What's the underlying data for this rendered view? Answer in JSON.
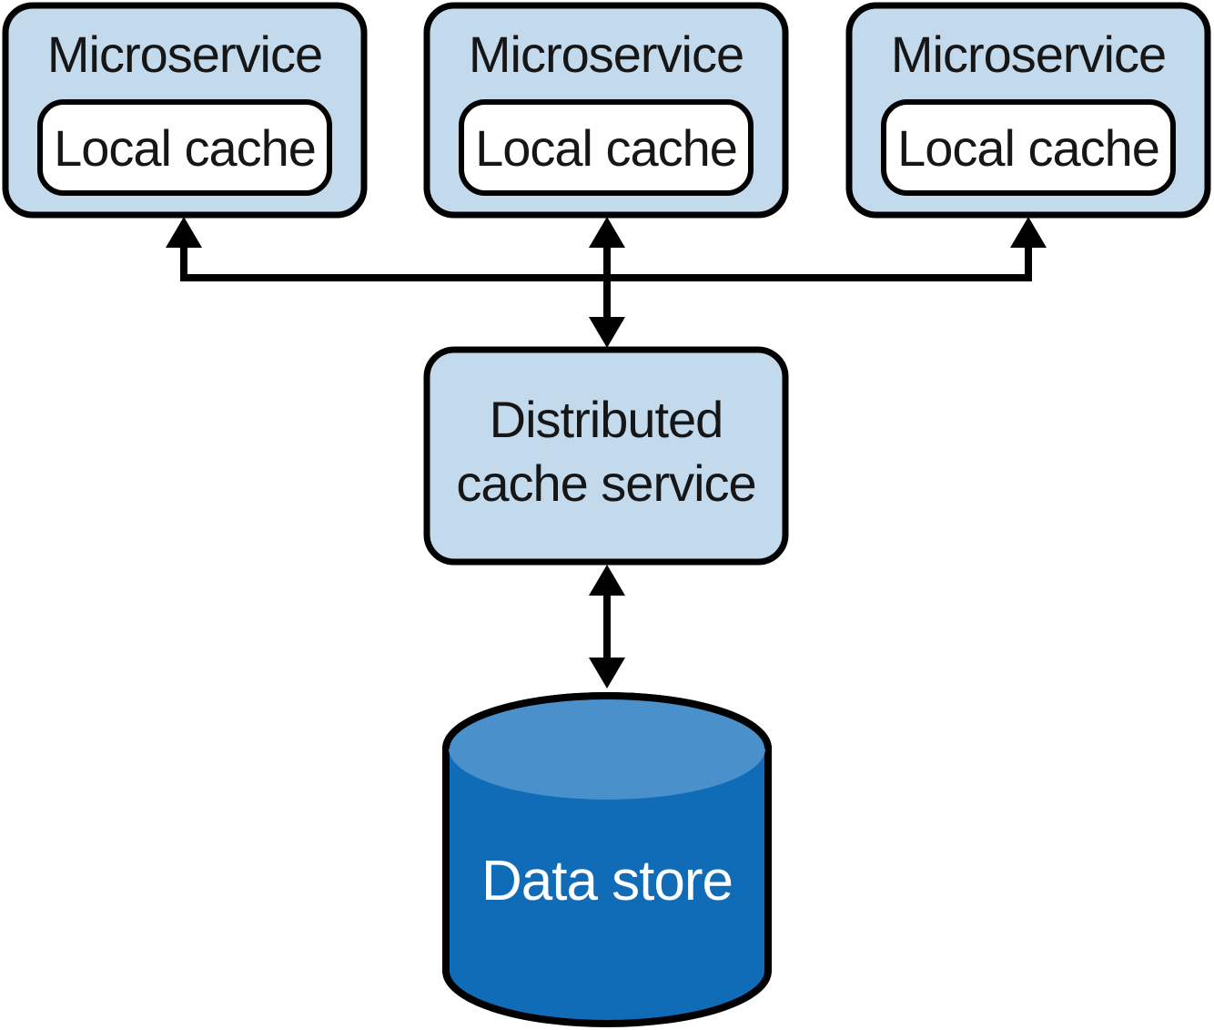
{
  "diagram": {
    "microservices": [
      {
        "label": "Microservice",
        "cache_label": "Local cache"
      },
      {
        "label": "Microservice",
        "cache_label": "Local cache"
      },
      {
        "label": "Microservice",
        "cache_label": "Local cache"
      }
    ],
    "distributed_cache": {
      "label_line1": "Distributed",
      "label_line2": "cache service"
    },
    "data_store": {
      "label": "Data store"
    },
    "connections": [
      {
        "from": "distributed-cache-service",
        "to": "microservice-1",
        "direction": "one-way-up"
      },
      {
        "from": "distributed-cache-service",
        "to": "microservice-2",
        "direction": "two-way"
      },
      {
        "from": "distributed-cache-service",
        "to": "microservice-3",
        "direction": "one-way-up"
      },
      {
        "from": "distributed-cache-service",
        "to": "data-store",
        "direction": "two-way"
      }
    ],
    "colors": {
      "node_fill": "#c3d9ec",
      "node_stroke": "#000000",
      "inner_cache_fill": "#ffffff",
      "cylinder_body": "#106cb7",
      "cylinder_top": "#4a90cb",
      "arrow": "#000000",
      "label_text": "#161616",
      "datastore_text": "#ffffff"
    }
  }
}
